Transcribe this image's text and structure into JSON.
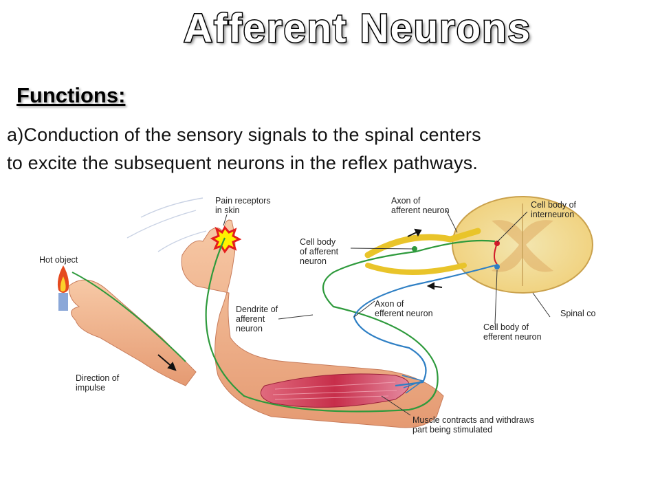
{
  "title": "Afferent Neurons",
  "subheading": "Functions:",
  "paragraph": {
    "lead": "a)Conduction",
    "line1_rest": " of the sensory signals to the spinal centers",
    "line2": "to excite the subsequent neurons in the reflex pathways."
  },
  "figure": {
    "labels": {
      "hot_object": "Hot object",
      "pain_receptors_1": "Pain receptors",
      "pain_receptors_2": "in skin",
      "axon_afferent_1": "Axon of",
      "axon_afferent_2": "afferent neuron",
      "cell_body_inter_1": "Cell body of",
      "cell_body_inter_2": "interneuron",
      "cell_body_aff_1": "Cell body",
      "cell_body_aff_2": "of afferent",
      "cell_body_aff_3": "neuron",
      "dendrite_1": "Dendrite of",
      "dendrite_2": "afferent",
      "dendrite_3": "neuron",
      "axon_efferent_1": "Axon of",
      "axon_efferent_2": "efferent neuron",
      "spinal_cord": "Spinal co",
      "cell_body_eff_1": "Cell body of",
      "cell_body_eff_2": "efferent neuron",
      "direction_1": "Direction of",
      "direction_2": "impulse",
      "muscle_1": "Muscle contracts and withdraws",
      "muscle_2": "part being stimulated"
    },
    "colors": {
      "afferent_nerve": "#e9c42a",
      "efferent_nerve": "#2e7fc4",
      "green_path": "#2e9a3c",
      "skin": "#f2b48e",
      "muscle": "#c9344f",
      "spinal_cord": "#f6d889"
    }
  }
}
